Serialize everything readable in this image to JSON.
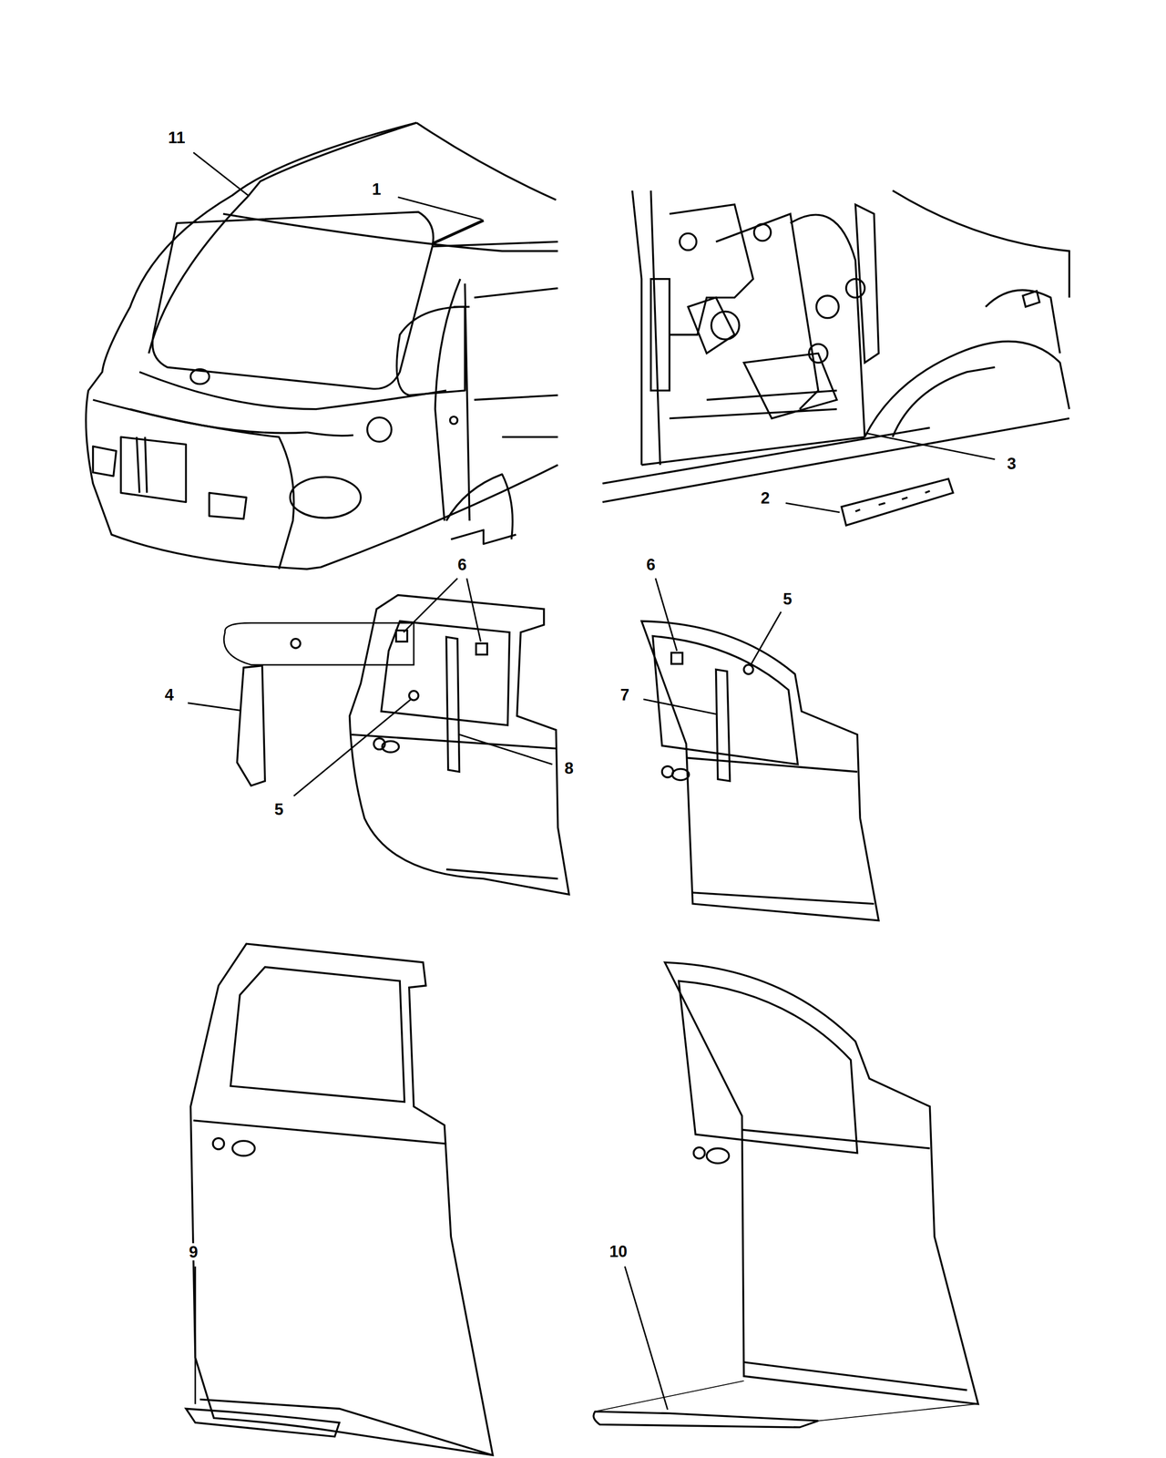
{
  "diagram": {
    "labels": [
      "11",
      "1",
      "3",
      "2",
      "6",
      "4",
      "5",
      "8",
      "6",
      "5",
      "7",
      "9",
      "10"
    ]
  }
}
